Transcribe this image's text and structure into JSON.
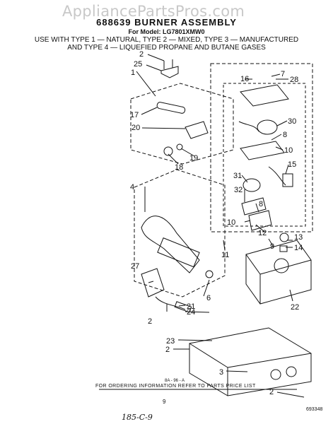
{
  "watermark": "AppliancePartsPros.com",
  "header": {
    "title": "688639 BURNER ASSEMBLY",
    "model": "For Model: LG7801XMW0",
    "use_line1": "USE WITH TYPE 1 — NATURAL, TYPE 2 — MIXED, TYPE 3 — MANUFACTURED",
    "use_line2": "AND TYPE 4 — LIQUEFIED PROPANE AND BUTANE GASES"
  },
  "callouts": {
    "c1": "1",
    "c2a": "2",
    "c2b": "2",
    "c2c": "2",
    "c2d": "2",
    "c3": "3",
    "c4": "4",
    "c6": "6",
    "c7": "7",
    "c8a": "8",
    "c8b": "8",
    "c9": "9",
    "c10a": "10",
    "c10b": "10",
    "c11": "11",
    "c12": "12",
    "c13": "13",
    "c14": "14",
    "c15": "15",
    "c16": "16",
    "c17": "17",
    "c18": "18",
    "c19": "19",
    "c20": "20",
    "c21": "21",
    "c22": "22",
    "c23": "23",
    "c24": "24",
    "c25": "25",
    "c27": "27",
    "c28": "28",
    "c30": "30",
    "c31": "31",
    "c32": "32"
  },
  "footer": {
    "diagram_code": "8A - 96 - A",
    "ordering_note": "FOR ORDERING INFORMATION REFER TO PARTS PRICE LIST",
    "page_number": "9",
    "doc_number": "693348",
    "handwritten": "185-C-9"
  }
}
